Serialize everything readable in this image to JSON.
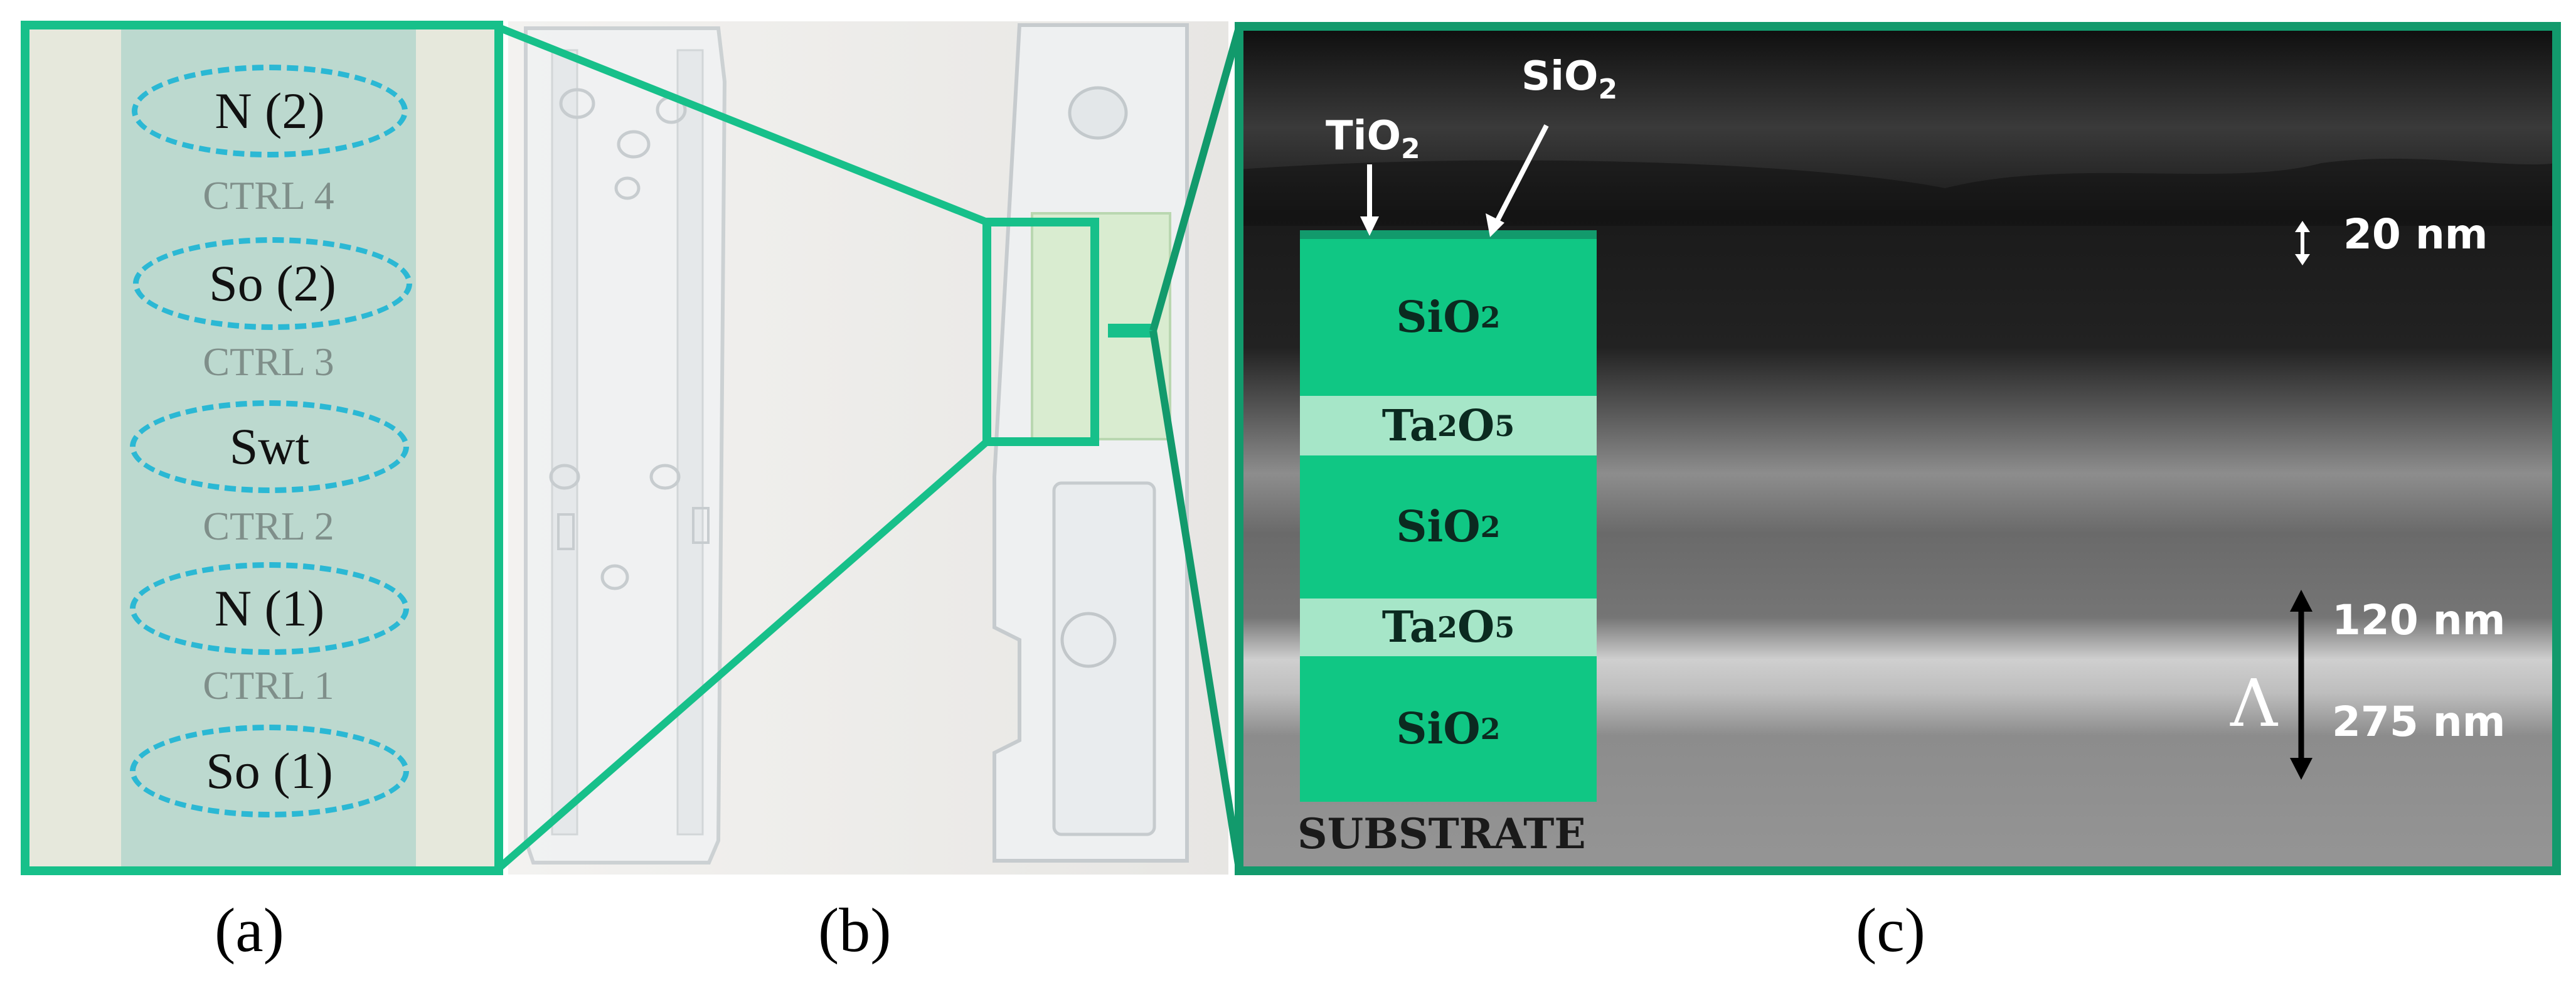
{
  "panel_a": {
    "spots": [
      "N (2)",
      "So (2)",
      "Swt",
      "N (1)",
      "So (1)"
    ],
    "controls": [
      "CTRL 4",
      "CTRL 3",
      "CTRL 2",
      "CTRL 1"
    ],
    "caption": "(a)"
  },
  "panel_b": {
    "caption": "(b)"
  },
  "panel_c": {
    "caption": "(c)",
    "layers": [
      {
        "base": "SiO",
        "sub": "2"
      },
      {
        "base": "Ta",
        "sub": "2",
        "tail": "O",
        "tail_sub": "5"
      },
      {
        "base": "SiO",
        "sub": "2"
      },
      {
        "base": "Ta",
        "sub": "2",
        "tail": "O",
        "tail_sub": "5"
      },
      {
        "base": "SiO",
        "sub": "2"
      }
    ],
    "substrate": "SUBSTRATE",
    "top_labels": {
      "tio2": {
        "base": "TiO",
        "sub": "2"
      },
      "sio2": {
        "base": "SiO",
        "sub": "2"
      }
    },
    "dimensions": {
      "top": "20 nm",
      "ta2o5": "120 nm",
      "sio2": "275 nm",
      "period_symbol": "Λ"
    }
  },
  "colors": {
    "frame_green": "#17c08a",
    "dark_frame": "#129a6c",
    "layer_sio2": "#10c784",
    "layer_ta2o5": "#a6e6c8",
    "spot_dash": "#2bb8d4",
    "chip_panel": "#bcd9cf"
  }
}
